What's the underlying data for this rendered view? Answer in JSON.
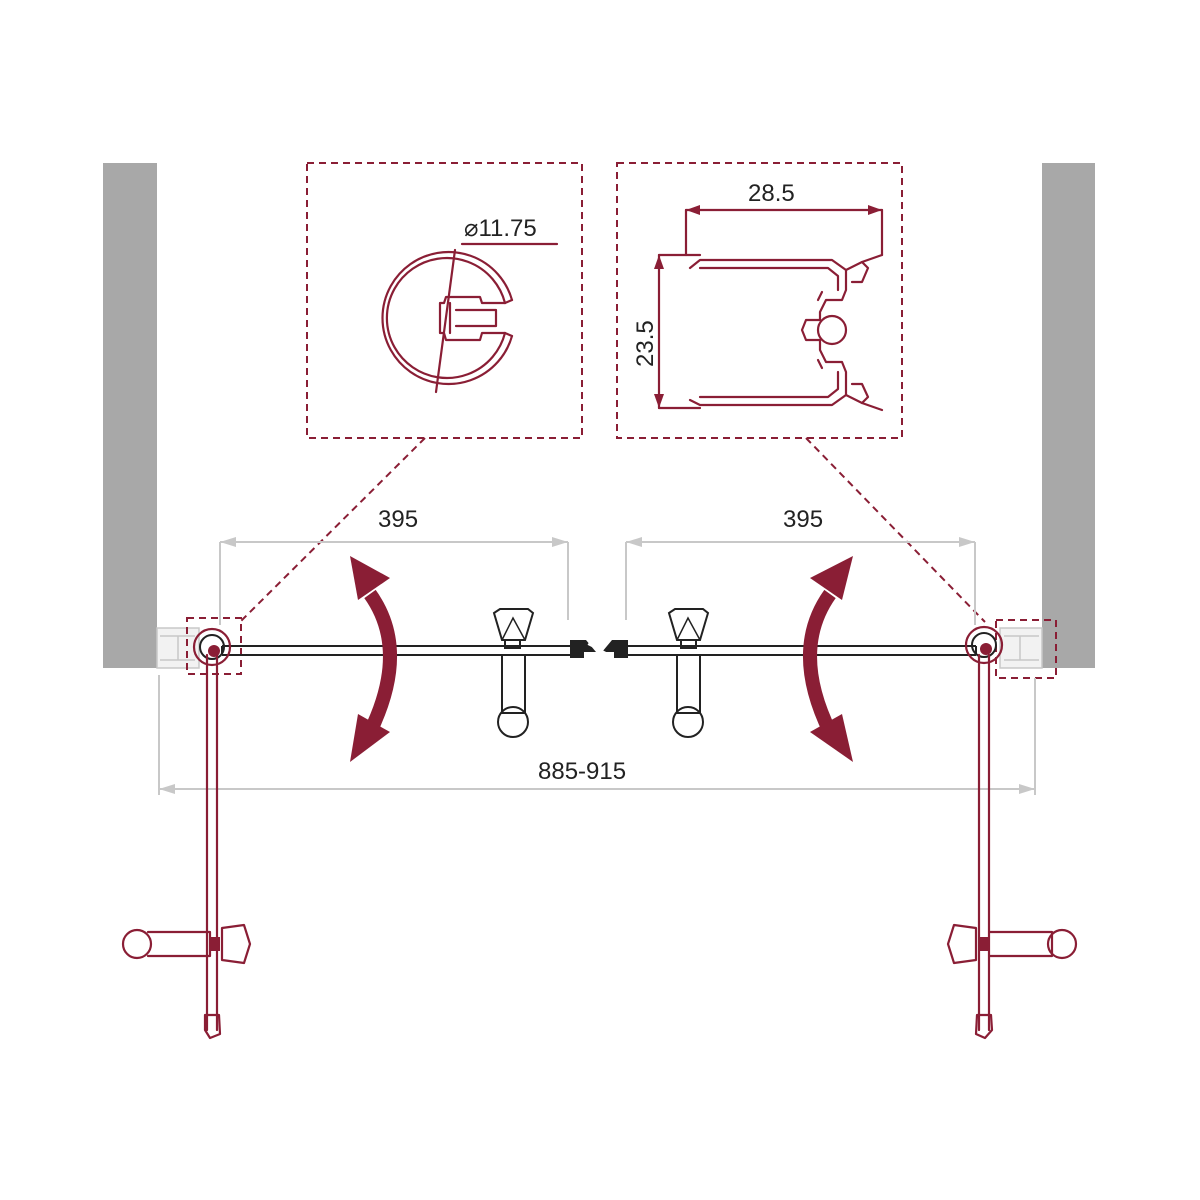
{
  "detail_left": {
    "diameter_label": "⌀11.75"
  },
  "detail_right": {
    "width_label": "28.5",
    "height_label": "23.5"
  },
  "dimensions": {
    "left_door_width": "395",
    "right_door_width": "395",
    "total_width": "885-915"
  },
  "colors": {
    "accent": "#8a1e35",
    "wall": "#a8a8a8",
    "dimension_line": "#c8c8c8",
    "outline": "#222222"
  }
}
